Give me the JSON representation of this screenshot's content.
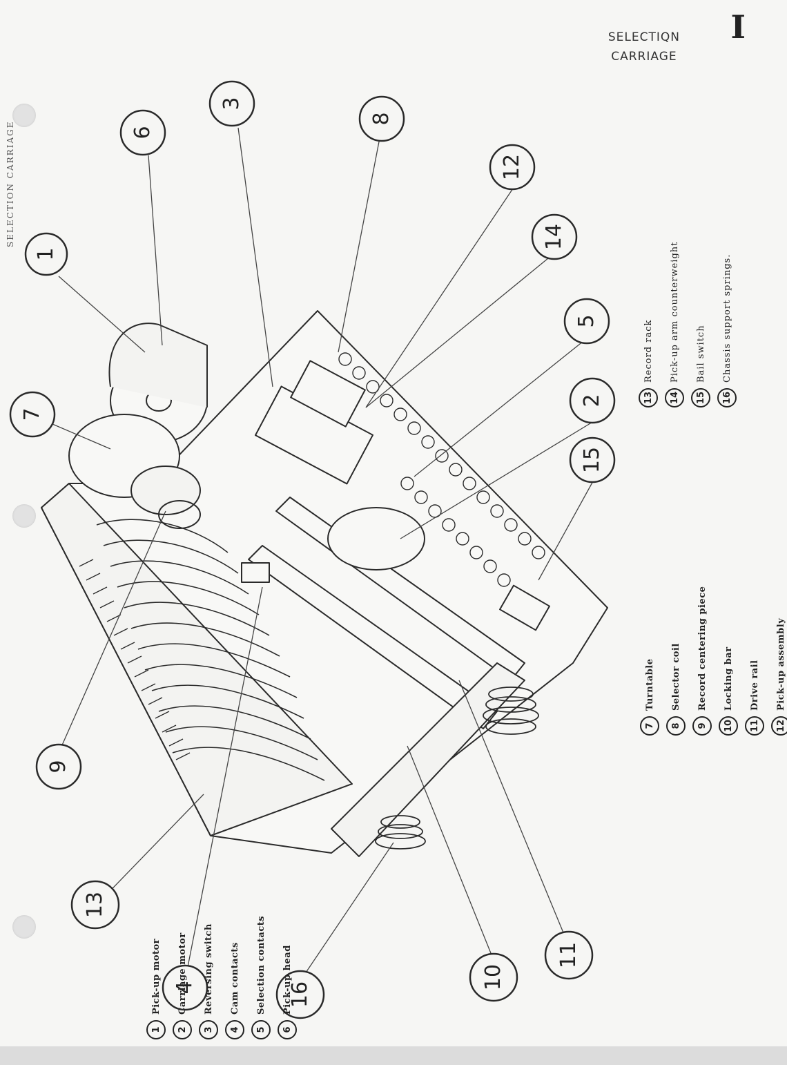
{
  "header": {
    "title_line1": "SELECTIQN",
    "title_line2": "CARRIAGE",
    "section": "I"
  },
  "side_title": "SELECTION CARRIAGE",
  "callouts": [
    "1",
    "2",
    "3",
    "4",
    "5",
    "6",
    "7",
    "8",
    "9",
    "10",
    "11",
    "12",
    "13",
    "14",
    "15",
    "16"
  ],
  "legend": {
    "col_a": [
      {
        "num": "1",
        "label": "Pick-up motor"
      },
      {
        "num": "2",
        "label": "Carriage motor"
      },
      {
        "num": "3",
        "label": "Reversing switch"
      },
      {
        "num": "4",
        "label": "Cam contacts"
      },
      {
        "num": "5",
        "label": "Selection contacts"
      },
      {
        "num": "6",
        "label": "Pick-up head"
      }
    ],
    "col_b": [
      {
        "num": "7",
        "label": "Turntable"
      },
      {
        "num": "8",
        "label": "Selector coil"
      },
      {
        "num": "9",
        "label": "Record centering piece"
      },
      {
        "num": "10",
        "label": "Locking bar"
      },
      {
        "num": "11",
        "label": "Drive rail"
      },
      {
        "num": "12",
        "label": "Pick-up assembly"
      }
    ],
    "col_c": [
      {
        "num": "13",
        "label": "Record rack"
      },
      {
        "num": "14",
        "label": "Pick-up arm counterweight"
      },
      {
        "num": "15",
        "label": "Bail switch"
      },
      {
        "num": "16",
        "label": "Chassis support springs."
      }
    ]
  }
}
